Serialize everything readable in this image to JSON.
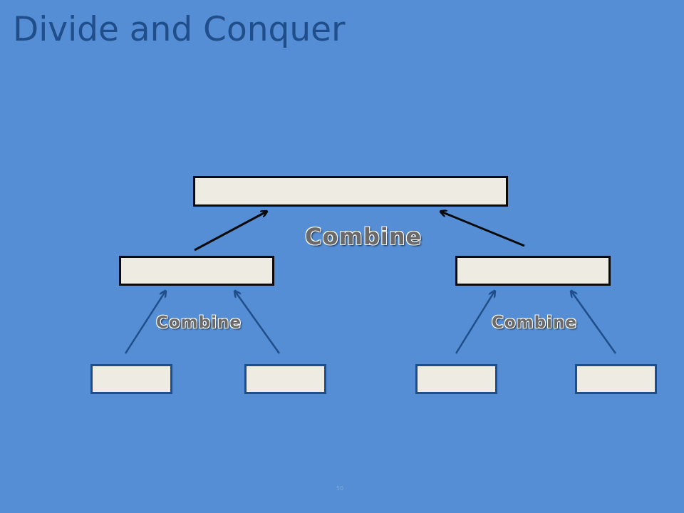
{
  "slide": {
    "title": "Divide and Conquer",
    "page_number": "50"
  },
  "diagram": {
    "top_label": "Combine",
    "left_label": "Combine",
    "right_label": "Combine"
  },
  "colors": {
    "background": "#558ed5",
    "title": "#1f4e8a",
    "box_fill": "#eeebe2",
    "top_arrows": "#0a0a0a",
    "bottom_arrows": "#1f4e8a"
  }
}
